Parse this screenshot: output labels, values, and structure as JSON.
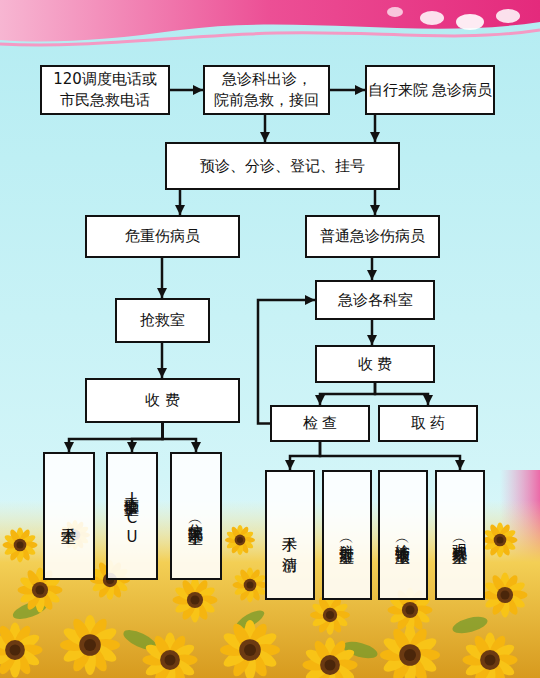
{
  "diagram": {
    "nodes": [
      {
        "text": [
          "120调度电话或 市民急救电话"
        ]
      },
      {
        "text": [
          "急诊科出诊， 院前急救，接回"
        ]
      },
      {
        "text": [
          "自行来院 急诊病员"
        ]
      },
      {
        "text": [
          "预诊、分诊、登记、挂号"
        ]
      },
      {
        "text": [
          "危重伤病员"
        ]
      },
      {
        "text": [
          "普通急诊伤病员"
        ]
      },
      {
        "text": [
          "抢救室"
        ]
      },
      {
        "text": [
          "急诊各科室"
        ]
      },
      {
        "text": [
          "收 费"
        ]
      },
      {
        "text": [
          "收 费"
        ]
      },
      {
        "text": [
          "检 查"
        ]
      },
      {
        "text": [
          "取 药"
        ]
      },
      {
        "text": [
          "手术室"
        ]
      },
      {
        "text": [
          "重症监护室ICU"
        ]
      },
      {
        "text": [
          "住院部（手术室）"
        ]
      },
      {
        "text": [
          "手术 清创"
        ]
      },
      {
        "text": [
          "注射（注射室）"
        ]
      },
      {
        "text": [
          "输液（输液室）"
        ]
      },
      {
        "text": [
          "观察（观察室）"
        ]
      }
    ],
    "edges": [
      {
        "from": 0,
        "to": 1,
        "arrow": "to"
      },
      {
        "from": 1,
        "to": 2,
        "arrow": "to"
      },
      {
        "from": 1,
        "to": 3,
        "arrow": "to"
      },
      {
        "from": 2,
        "to": 3,
        "arrow": "to"
      },
      {
        "from": 3,
        "to": 4,
        "arrow": "to"
      },
      {
        "from": 3,
        "to": 5,
        "arrow": "to"
      },
      {
        "from": 4,
        "to": 6,
        "arrow": "to"
      },
      {
        "from": 5,
        "to": 7,
        "arrow": "to"
      },
      {
        "from": 6,
        "to": 9,
        "arrow": "to"
      },
      {
        "from": 7,
        "to": 8,
        "arrow": "to"
      },
      {
        "from": 8,
        "to": 10,
        "arrow": "to"
      },
      {
        "from": 8,
        "to": 11,
        "arrow": "to"
      },
      {
        "from": 10,
        "to": 7,
        "arrow": "to"
      },
      {
        "from": 9,
        "to": 12,
        "arrow": "to"
      },
      {
        "from": 9,
        "to": 13,
        "arrow": "to"
      },
      {
        "from": 9,
        "to": 14,
        "arrow": "to"
      },
      {
        "from": 10,
        "to": 15,
        "arrow": "to"
      },
      {
        "from": 10,
        "to": 18,
        "arrow": "to"
      }
    ]
  }
}
